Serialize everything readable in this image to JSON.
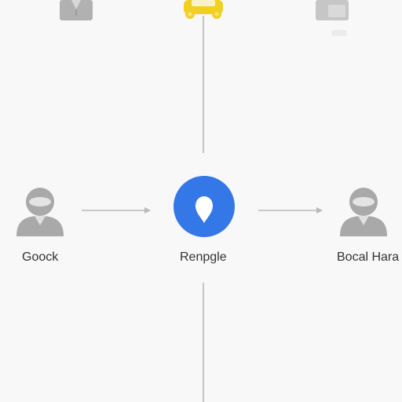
{
  "nodes": {
    "left": {
      "label": "Goock",
      "icon": "user-icon"
    },
    "center": {
      "label": "Renpgle",
      "icon": "location-pin-icon"
    },
    "right": {
      "label": "Bocal Hara",
      "icon": "user-icon"
    }
  },
  "top_icons": [
    {
      "icon": "shirt-icon"
    },
    {
      "icon": "car-icon"
    },
    {
      "icon": "box-icon"
    }
  ],
  "colors": {
    "accent": "#3478e8",
    "yellow": "#f2d022",
    "icon_gray": "#a9a9a9",
    "line_gray": "#c2c2c2",
    "text": "#333333",
    "background": "#f8f8f8"
  }
}
